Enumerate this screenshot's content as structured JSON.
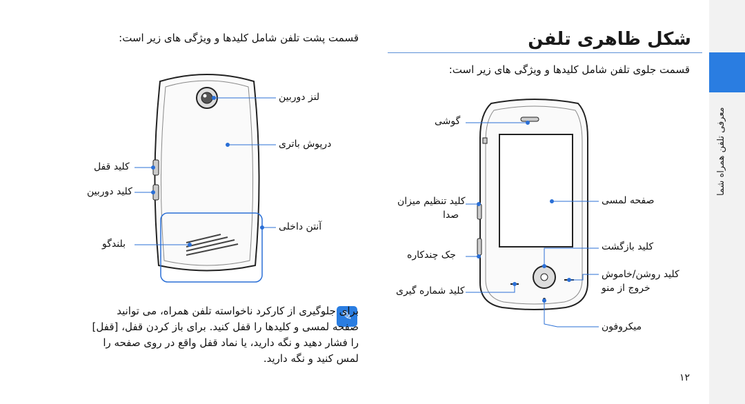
{
  "page": {
    "title": "شکل ظاهری تلفن",
    "side_tab_label": "معرفی تلفن همراه شما",
    "page_number": "۱۲"
  },
  "front": {
    "caption": "قسمت جلوی تلفن شامل کلیدها و ویژگی های زیر است:",
    "labels": {
      "earpiece": "گوشی",
      "volume_line1": "کلید تنظیم میزان",
      "volume_line2": "صدا",
      "display": "صفحه لمسی",
      "back_key": "کلید بازگشت",
      "stylus_slot": "جک چندکاره",
      "power_line1": "کلید روشن/خاموش",
      "power_line2": "خروج از منو",
      "dial_key": "کلید شماره گیری",
      "microphone": "میکروفون"
    }
  },
  "back": {
    "caption": "قسمت پشت تلفن شامل کلیدها و ویژگی های زیر است:",
    "labels": {
      "camera_lens": "لنز دوربین",
      "battery_cover": "درپوش باتری",
      "lock_key": "کلید قفل",
      "camera_key": "کلید دوربین",
      "internal_antenna": "آنتن داخلی",
      "speaker": "بلندگو"
    }
  },
  "note": {
    "line1": "برای جلوگیری از کارکرد ناخواسته تلفن همراه، می توانید",
    "line2": "صفحه لمسی و کلیدها را قفل کنید. برای باز کردن قفل، [قفل]",
    "line3": "را فشار دهید و نگه دارید، یا نماد قفل واقع در روی صفحه را",
    "line4": "لمس کنید و نگه دارید."
  },
  "colors": {
    "accent": "#2a7de1",
    "callout": "#2a6fd6",
    "side_band": "#f2f2f2"
  }
}
